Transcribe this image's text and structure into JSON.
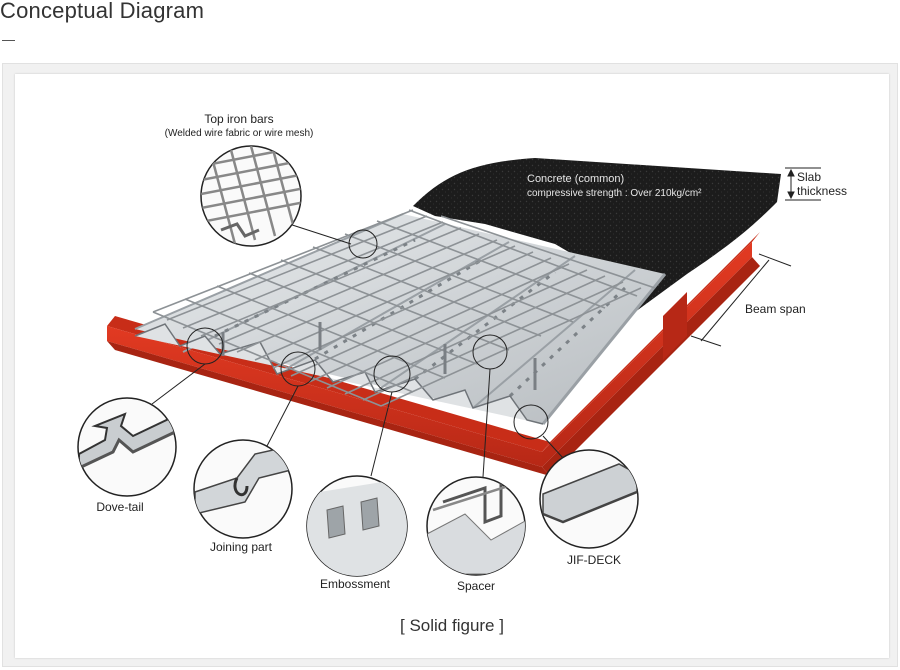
{
  "page": {
    "title": "Conceptual Diagram"
  },
  "diagram": {
    "caption": "[ Solid figure ]",
    "labels": {
      "top_iron_bars": "Top iron bars",
      "top_iron_bars_note": "(Welded wire fabric or wire mesh)",
      "concrete": "Concrete (common)",
      "concrete_strength": "compressive strength : Over 210kg/cm²",
      "slab_thickness_line1": "Slab",
      "slab_thickness_line2": "thickness",
      "beam_span": "Beam span",
      "dove_tail": "Dove-tail",
      "joining_part": "Joining part",
      "embossment": "Embossment",
      "spacer": "Spacer",
      "jif_deck": "JIF-DECK"
    },
    "colors": {
      "steel_beam": "#d8321c",
      "steel_beam_dark": "#a82412",
      "concrete": "#1c1c1c",
      "deck_metal": "#cfd3d6",
      "mesh": "#8d9296"
    }
  }
}
